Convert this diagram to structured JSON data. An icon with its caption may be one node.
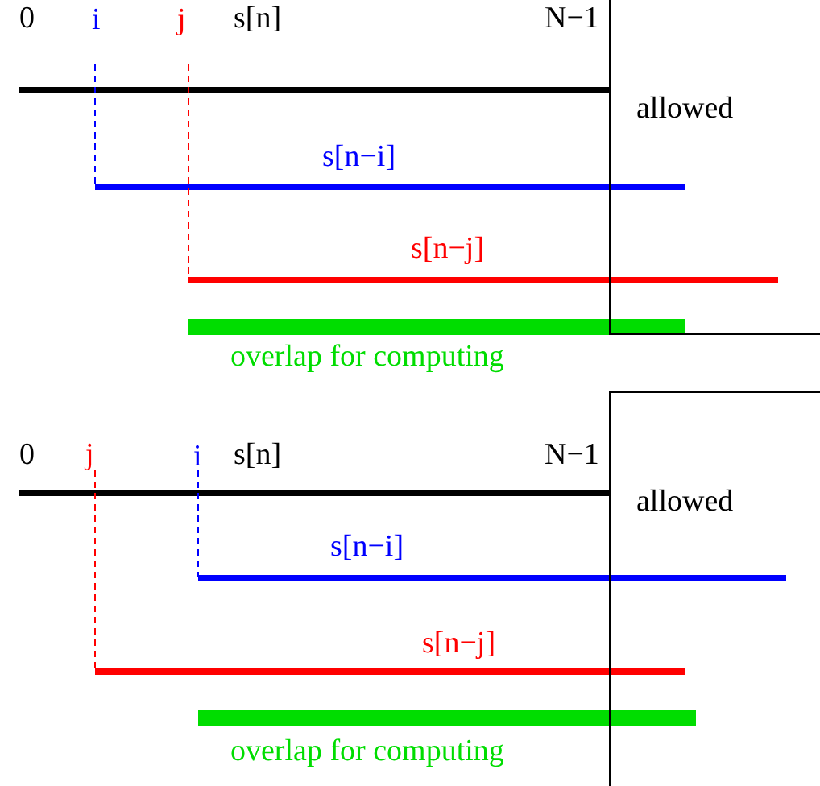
{
  "diagram": {
    "nodes": [
      {
        "text": [
          "allowed"
        ]
      },
      {
        "text": [
          "allowed"
        ]
      }
    ],
    "labels": [
      "0",
      "i",
      "j",
      "s[n]",
      "N−1",
      "s[n−i]",
      "s[n−j]",
      "overlap for computing",
      "0",
      "j",
      "i",
      "s[n]",
      "N−1",
      "s[n−i]",
      "s[n−j]",
      "overlap for computing"
    ]
  }
}
